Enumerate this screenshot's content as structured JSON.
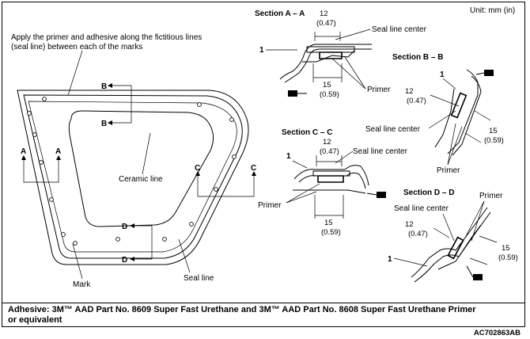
{
  "unit_label": "Unit: mm (in)",
  "instruction": "Apply the primer and adhesive along the fictitious lines (seal line) between each of the marks",
  "instruction_line1": "Apply the primer and adhesive along the fictitious lines",
  "instruction_line2": "(seal line) between each of the marks",
  "labels": {
    "ceramic_line": "Ceramic line",
    "mark": "Mark",
    "seal_line": "Seal line",
    "A": "A",
    "B": "B",
    "C": "C",
    "D": "D"
  },
  "sections": {
    "aa": {
      "title": "Section A – A",
      "seal_center": "Seal line center",
      "part": "1",
      "dim_top": "12",
      "dim_top_in": "(0.47)",
      "dim_bot": "15",
      "dim_bot_in": "(0.59)",
      "primer": "Primer"
    },
    "bb": {
      "title": "Section B – B",
      "seal_center": "Seal line center",
      "part": "1",
      "dim_a": "12",
      "dim_a_in": "(0.47)",
      "dim_b": "15",
      "dim_b_in": "(0.59)",
      "primer": "Primer"
    },
    "cc": {
      "title": "Section C – C",
      "seal_center": "Seal line center",
      "part": "1",
      "dim_top": "12",
      "dim_top_in": "(0.47)",
      "dim_bot": "15",
      "dim_bot_in": "(0.59)",
      "primer": "Primer"
    },
    "dd": {
      "title": "Section D – D",
      "seal_center": "Seal line center",
      "part": "1",
      "dim_a": "12",
      "dim_a_in": "(0.47)",
      "dim_b": "15",
      "dim_b_in": "(0.59)",
      "primer": "Primer"
    }
  },
  "footer_line1": "Adhesive: 3M™ AAD Part No. 8609 Super Fast Urethane and 3M™ AAD Part No. 8608 Super Fast Urethane Primer",
  "footer_line2": "or equivalent",
  "figure_code": "AC702863AB"
}
